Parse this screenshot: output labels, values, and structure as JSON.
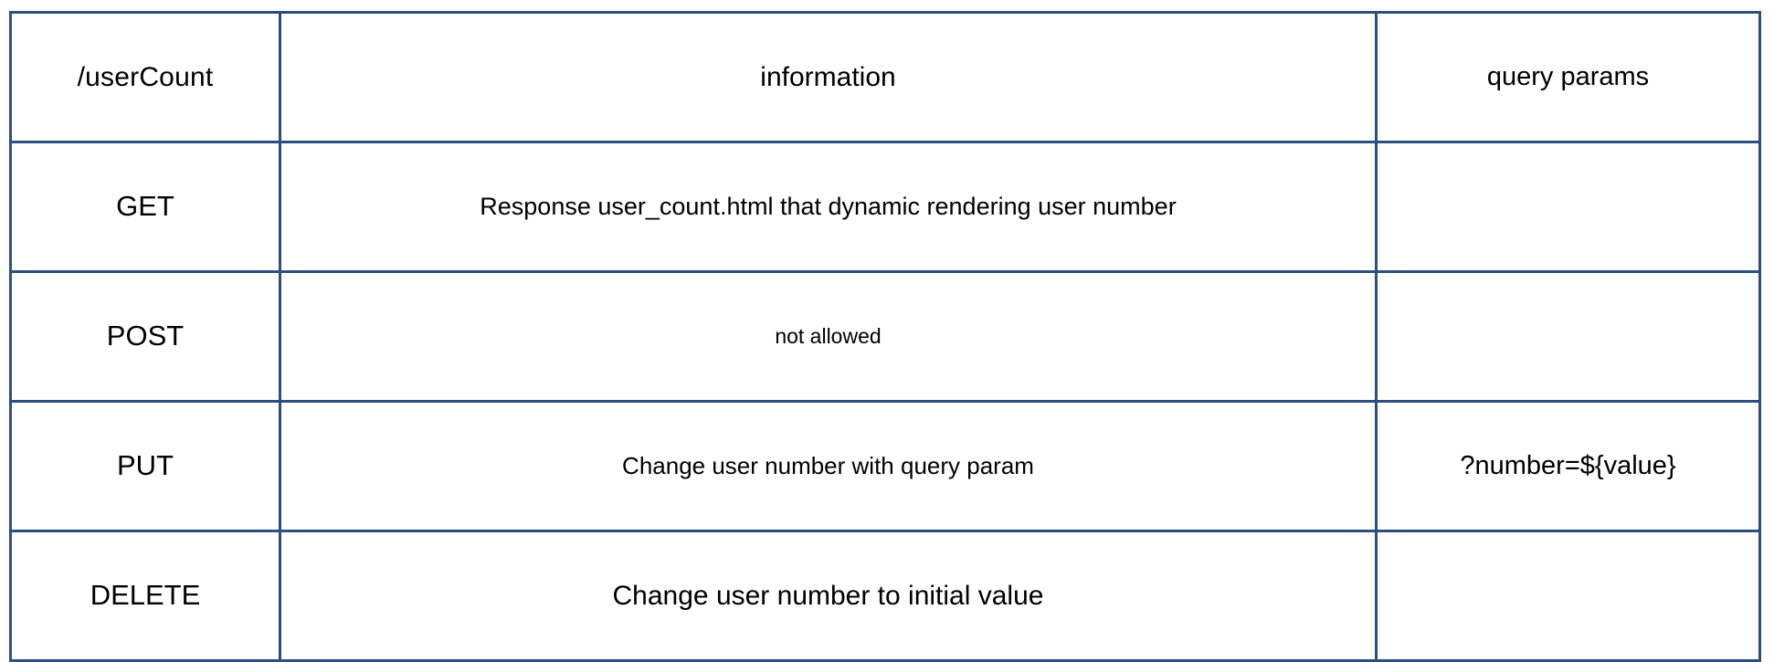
{
  "table": {
    "header": {
      "endpoint": "/userCount",
      "information": "information",
      "query_params": "query params"
    },
    "rows": [
      {
        "method": "GET",
        "information": "Response user_count.html that dynamic rendering user number",
        "query_params": ""
      },
      {
        "method": "POST",
        "information": "not allowed",
        "query_params": ""
      },
      {
        "method": "PUT",
        "information": "Change user number with query param",
        "query_params": "?number=${value}"
      },
      {
        "method": "DELETE",
        "information": "Change user number to initial value",
        "query_params": ""
      }
    ]
  },
  "style": {
    "border_color": "#2b4f80",
    "background_color": "#ffffff",
    "text_color": "#000000"
  }
}
